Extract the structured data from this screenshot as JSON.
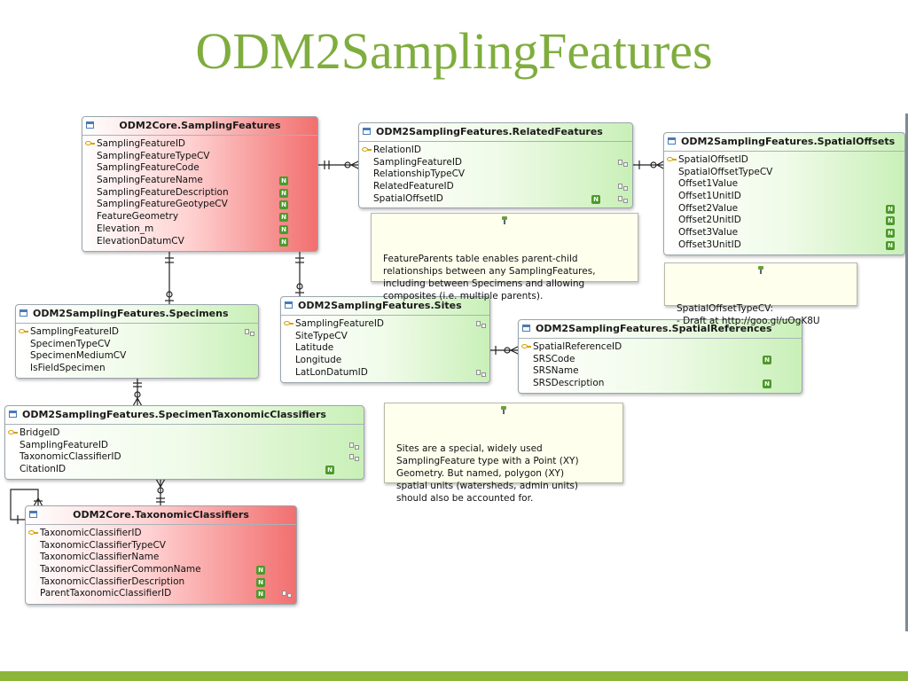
{
  "slide": {
    "title": "ODM2SamplingFeatures"
  },
  "colors": {
    "title": "#7fad3e",
    "bottom_bar": "#8cb63a",
    "core_table": "#f26f6f",
    "sampling_table": "#c9f0b8",
    "note": "#ffffee"
  },
  "tables": {
    "sampling_features": {
      "title": "ODM2Core.SamplingFeatures",
      "fields": [
        {
          "name": "SamplingFeatureID",
          "key": true
        },
        {
          "name": "SamplingFeatureTypeCV"
        },
        {
          "name": "SamplingFeatureCode"
        },
        {
          "name": "SamplingFeatureName",
          "nullable": true
        },
        {
          "name": "SamplingFeatureDescription",
          "nullable": true
        },
        {
          "name": "SamplingFeatureGeotypeCV",
          "nullable": true
        },
        {
          "name": "FeatureGeometry",
          "nullable": true
        },
        {
          "name": "Elevation_m",
          "nullable": true
        },
        {
          "name": "ElevationDatumCV",
          "nullable": true
        }
      ]
    },
    "related_features": {
      "title": "ODM2SamplingFeatures.RelatedFeatures",
      "fields": [
        {
          "name": "RelationID",
          "key": true
        },
        {
          "name": "SamplingFeatureID",
          "fk": true
        },
        {
          "name": "RelationshipTypeCV"
        },
        {
          "name": "RelatedFeatureID",
          "fk": true
        },
        {
          "name": "SpatialOffsetID",
          "nullable": true,
          "fk": true
        }
      ]
    },
    "spatial_offsets": {
      "title": "ODM2SamplingFeatures.SpatialOffsets",
      "fields": [
        {
          "name": "SpatialOffsetID",
          "key": true
        },
        {
          "name": "SpatialOffsetTypeCV"
        },
        {
          "name": "Offset1Value"
        },
        {
          "name": "Offset1UnitID"
        },
        {
          "name": "Offset2Value",
          "nullable": true
        },
        {
          "name": "Offset2UnitID",
          "nullable": true
        },
        {
          "name": "Offset3Value",
          "nullable": true
        },
        {
          "name": "Offset3UnitID",
          "nullable": true
        }
      ]
    },
    "specimens": {
      "title": "ODM2SamplingFeatures.Specimens",
      "fields": [
        {
          "name": "SamplingFeatureID",
          "key": true,
          "fk": true
        },
        {
          "name": "SpecimenTypeCV"
        },
        {
          "name": "SpecimenMediumCV"
        },
        {
          "name": "IsFieldSpecimen"
        }
      ]
    },
    "sites": {
      "title": "ODM2SamplingFeatures.Sites",
      "fields": [
        {
          "name": "SamplingFeatureID",
          "key": true,
          "fk": true
        },
        {
          "name": "SiteTypeCV"
        },
        {
          "name": "Latitude"
        },
        {
          "name": "Longitude"
        },
        {
          "name": "LatLonDatumID",
          "fk": true
        }
      ]
    },
    "spatial_references": {
      "title": "ODM2SamplingFeatures.SpatialReferences",
      "fields": [
        {
          "name": "SpatialReferenceID",
          "key": true
        },
        {
          "name": "SRSCode",
          "nullable": true
        },
        {
          "name": "SRSName"
        },
        {
          "name": "SRSDescription",
          "nullable": true
        }
      ]
    },
    "specimen_taxonomic_classifiers": {
      "title": "ODM2SamplingFeatures.SpecimenTaxonomicClassifiers",
      "fields": [
        {
          "name": "BridgeID",
          "key": true
        },
        {
          "name": "SamplingFeatureID",
          "fk": true
        },
        {
          "name": "TaxonomicClassifierID",
          "fk": true
        },
        {
          "name": "CitationID",
          "nullable": true
        }
      ]
    },
    "taxonomic_classifiers": {
      "title": "ODM2Core.TaxonomicClassifiers",
      "fields": [
        {
          "name": "TaxonomicClassifierID",
          "key": true
        },
        {
          "name": "TaxonomicClassifierTypeCV"
        },
        {
          "name": "TaxonomicClassifierName"
        },
        {
          "name": "TaxonomicClassifierCommonName",
          "nullable": true
        },
        {
          "name": "TaxonomicClassifierDescription",
          "nullable": true
        },
        {
          "name": "ParentTaxonomicClassifierID",
          "nullable": true,
          "fk": true
        }
      ]
    }
  },
  "notes": {
    "feature_parents": "FeatureParents table enables parent-child\nrelationships between any SamplingFeatures,\nincluding between Specimens and allowing\ncomposites (i.e. multiple parents).",
    "spatial_offset_type": "SpatialOffsetTypeCV:\n- Draft at http://goo.gl/uOgK8U",
    "sites": "Sites are a special, widely used\nSamplingFeature type with a Point (XY)\nGeometry. But named, polygon (XY)\nspatial units (watersheds, admin units)\nshould also be accounted for."
  },
  "badges": {
    "nullable": "N"
  },
  "icons": {
    "table": "table-icon",
    "key": "key-icon",
    "nullable": "nullable-badge",
    "foreign_key": "foreign-key-icon",
    "note": "pin-icon"
  }
}
